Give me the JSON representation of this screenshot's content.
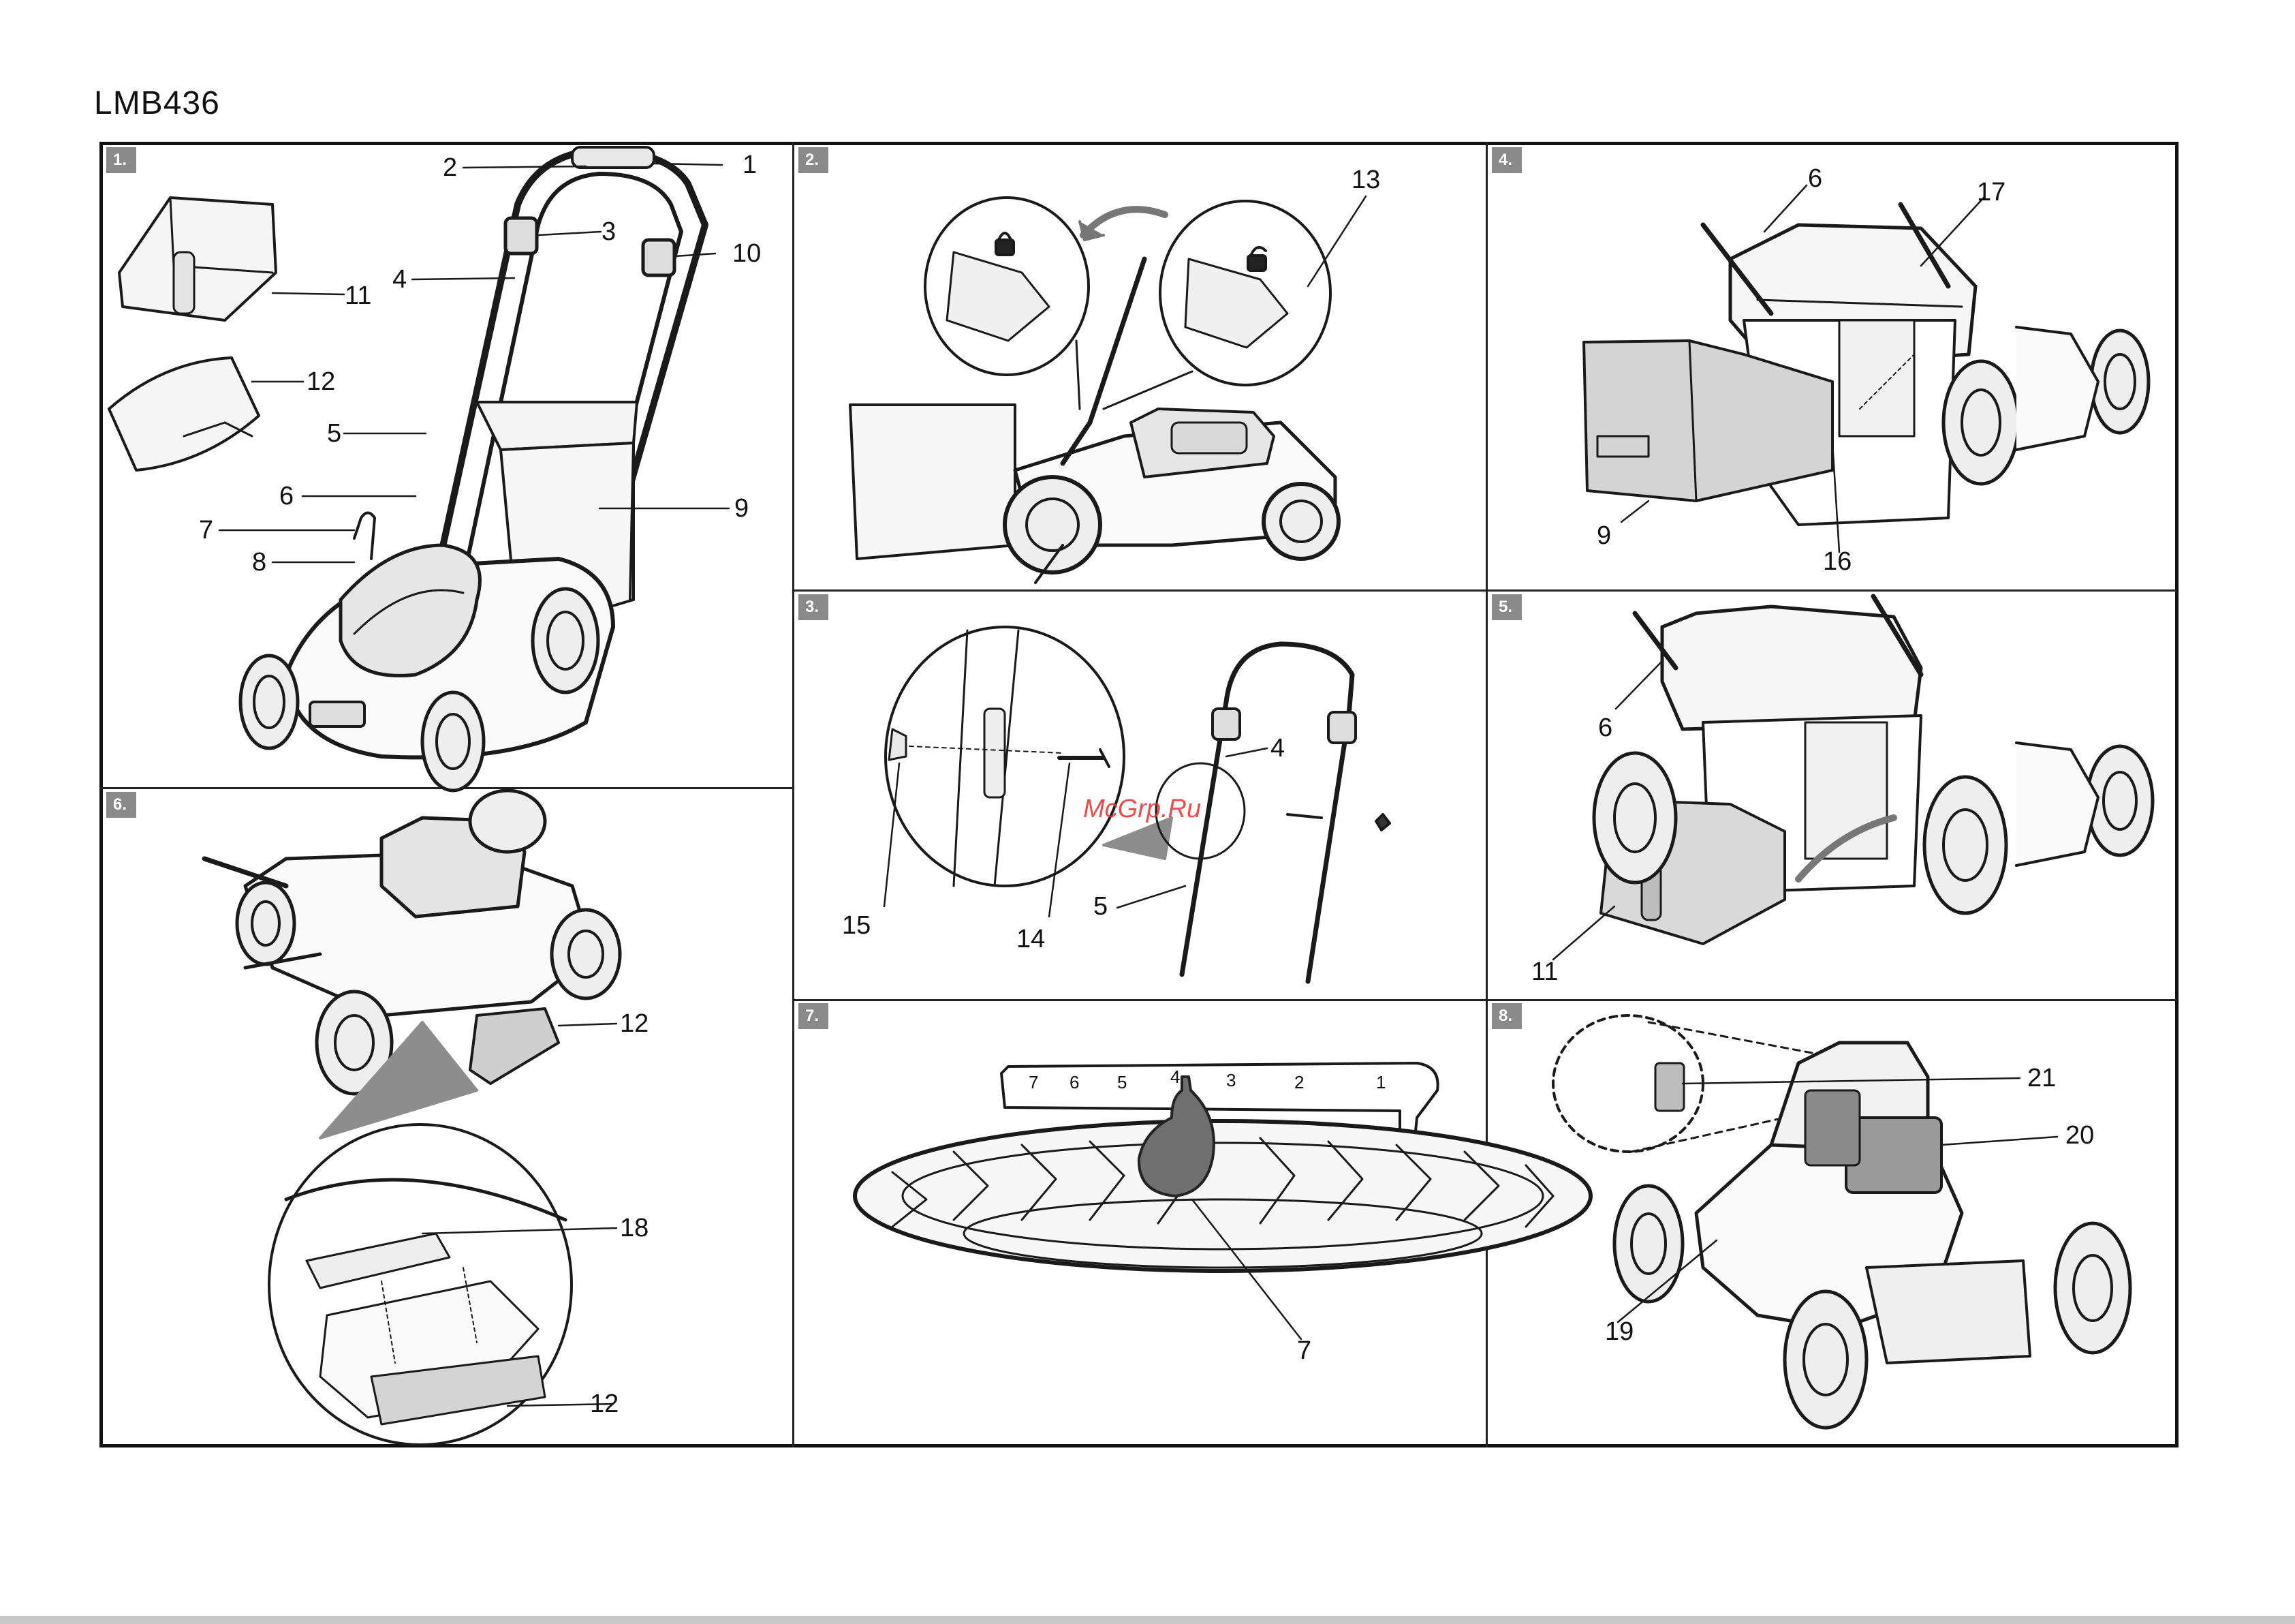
{
  "document": {
    "model_title": "LMB436",
    "watermark": "McGrp.Ru"
  },
  "panels": [
    {
      "tag": "1.",
      "callouts": [
        "1",
        "2",
        "3",
        "4",
        "5",
        "6",
        "7",
        "8",
        "9",
        "10",
        "11",
        "12"
      ]
    },
    {
      "tag": "2.",
      "callouts": [
        "13"
      ]
    },
    {
      "tag": "3.",
      "callouts": [
        "4",
        "5",
        "14",
        "15"
      ]
    },
    {
      "tag": "4.",
      "callouts": [
        "6",
        "9",
        "16",
        "17"
      ]
    },
    {
      "tag": "5.",
      "callouts": [
        "6",
        "11"
      ]
    },
    {
      "tag": "6.",
      "callouts": [
        "12",
        "18",
        "12"
      ]
    },
    {
      "tag": "7.",
      "callouts": [
        "7"
      ],
      "height_scale": [
        "7",
        "6",
        "5",
        "4",
        "3",
        "2",
        "1"
      ]
    },
    {
      "tag": "8.",
      "callouts": [
        "19",
        "20",
        "21"
      ]
    }
  ]
}
